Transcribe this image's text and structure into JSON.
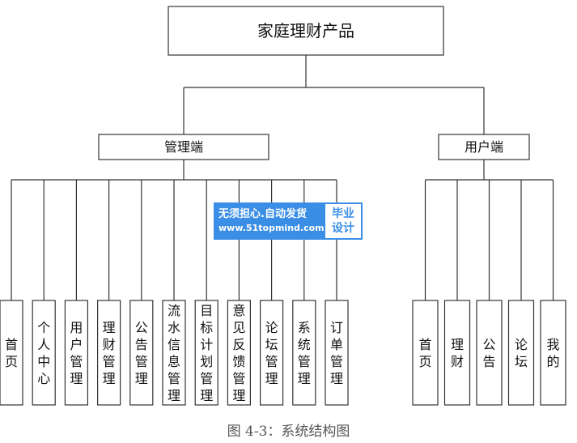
{
  "root": {
    "label": "家庭理财产品"
  },
  "groups": [
    {
      "key": "admin",
      "label": "管理端",
      "children": [
        "首页",
        "个人中心",
        "用户管理",
        "理财管理",
        "公告管理",
        "流水信息管理",
        "目标计划管理",
        "意见反馈管理",
        "论坛管理",
        "系统管理",
        "订单管理"
      ]
    },
    {
      "key": "user",
      "label": "用户端",
      "children": [
        "首页",
        "理财",
        "公告",
        "论坛",
        "我的"
      ]
    }
  ],
  "watermark": {
    "line1": "无须担心.自动发货",
    "line2": "www.51topmind.com",
    "badge_line1": "毕业",
    "badge_line2": "设计"
  },
  "caption": "图 4-3：系统结构图"
}
